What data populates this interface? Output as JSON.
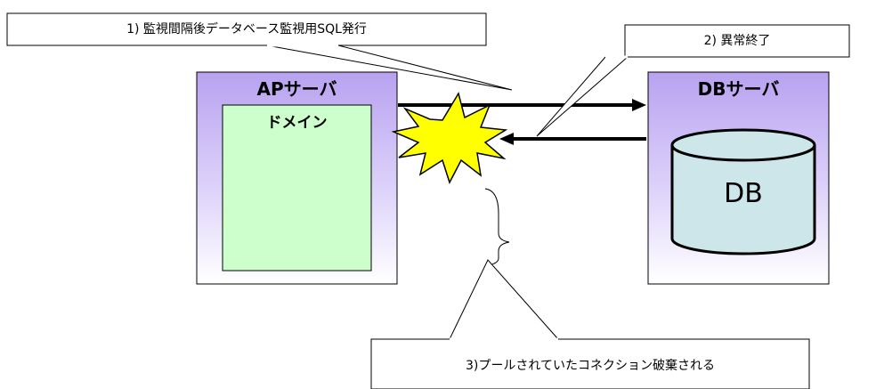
{
  "callouts": {
    "step1": "1) 監視間隔後データベース監視用SQL発行",
    "step2": "2) 異常終了",
    "step3": "3)プールされていたコネクション破棄される"
  },
  "ap_server": {
    "title": "APサーバ",
    "domain_label": "ドメイン"
  },
  "db_server": {
    "title": "DBサーバ",
    "db_label": "DB"
  },
  "colors": {
    "server_purple": "#b8a2f0",
    "server_light": "#ffffff",
    "domain_green": "#ccffcc",
    "db_teal": "#cce6ea",
    "burst_yellow": "#ffff00"
  },
  "icons": {
    "failure": "explosion-burst-icon",
    "database": "database-cylinder-icon"
  }
}
